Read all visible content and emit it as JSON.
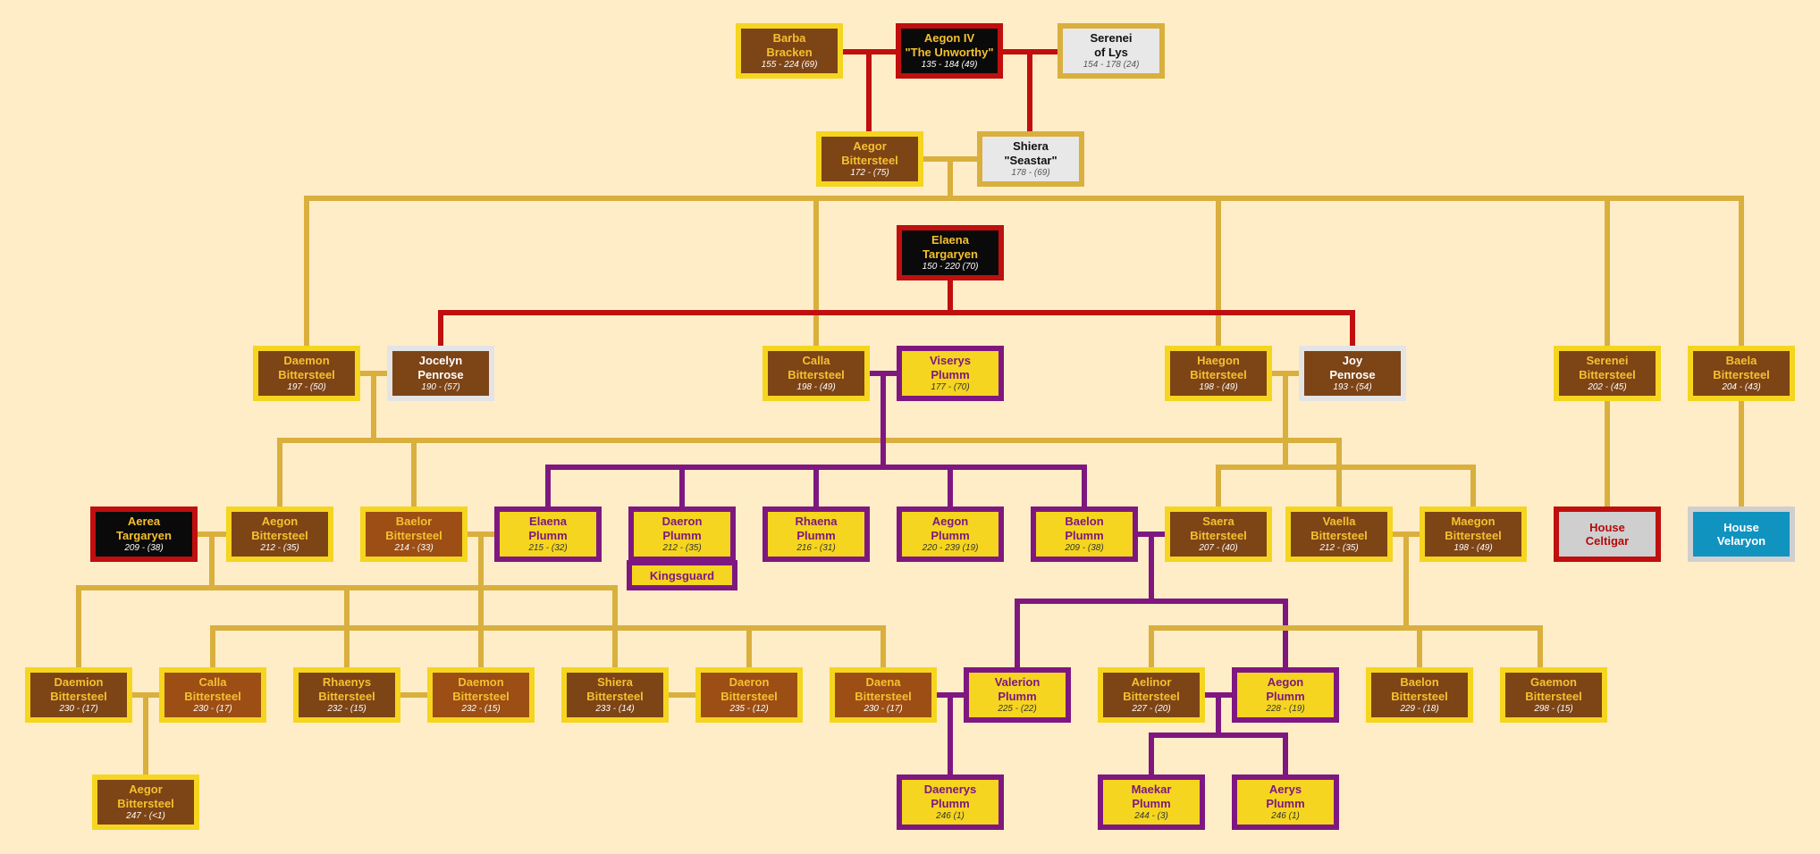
{
  "colors": {
    "background": "#FFEDC8",
    "line_gold": "#D9AF3D",
    "line_red": "#C00F0F",
    "line_purple": "#7E1880"
  },
  "people": {
    "barba_bracken": {
      "lines": [
        "Barba",
        "Bracken"
      ],
      "dates": "155 - 224 (69)"
    },
    "aegon_iv": {
      "lines": [
        "Aegon IV",
        "\"The Unworthy\""
      ],
      "dates": "135 - 184 (49)"
    },
    "serenei_lys": {
      "lines": [
        "Serenei",
        "of Lys"
      ],
      "dates": "154 - 178 (24)"
    },
    "aegor": {
      "lines": [
        "Aegor",
        "Bittersteel"
      ],
      "dates": "172 - (75)"
    },
    "shiera_seastar": {
      "lines": [
        "Shiera",
        "\"Seastar\""
      ],
      "dates": "178 - (69)"
    },
    "elaena_targaryen": {
      "lines": [
        "Elaena",
        "Targaryen"
      ],
      "dates": "150 - 220 (70)"
    },
    "daemon_g3": {
      "lines": [
        "Daemon",
        "Bittersteel"
      ],
      "dates": "197 - (50)"
    },
    "jocelyn_penrose": {
      "lines": [
        "Jocelyn",
        "Penrose"
      ],
      "dates": "190 - (57)"
    },
    "calla_g3": {
      "lines": [
        "Calla",
        "Bittersteel"
      ],
      "dates": "198 - (49)"
    },
    "viserys_plumm": {
      "lines": [
        "Viserys",
        "Plumm"
      ],
      "dates": "177 - (70)"
    },
    "haegon": {
      "lines": [
        "Haegon",
        "Bittersteel"
      ],
      "dates": "198 - (49)"
    },
    "joy_penrose": {
      "lines": [
        "Joy",
        "Penrose"
      ],
      "dates": "193 - (54)"
    },
    "serenei_g3": {
      "lines": [
        "Serenei",
        "Bittersteel"
      ],
      "dates": "202 - (45)"
    },
    "baela_g3": {
      "lines": [
        "Baela",
        "Bittersteel"
      ],
      "dates": "204 - (43)"
    },
    "aerea_targaryen": {
      "lines": [
        "Aerea",
        "Targaryen"
      ],
      "dates": "209 - (38)"
    },
    "aegon_g4": {
      "lines": [
        "Aegon",
        "Bittersteel"
      ],
      "dates": "212 - (35)"
    },
    "baelor_g4": {
      "lines": [
        "Baelor",
        "Bittersteel"
      ],
      "dates": "214 - (33)"
    },
    "elaena_plumm": {
      "lines": [
        "Elaena",
        "Plumm"
      ],
      "dates": "215 - (32)"
    },
    "daeron_plumm": {
      "lines": [
        "Daeron",
        "Plumm"
      ],
      "dates": "212 - (35)"
    },
    "rhaena_plumm": {
      "lines": [
        "Rhaena",
        "Plumm"
      ],
      "dates": "216 - (31)"
    },
    "aegon_plumm": {
      "lines": [
        "Aegon",
        "Plumm"
      ],
      "dates": "220 - 239 (19)"
    },
    "baelon_plumm": {
      "lines": [
        "Baelon",
        "Plumm"
      ],
      "dates": "209 - (38)"
    },
    "saera_g4": {
      "lines": [
        "Saera",
        "Bittersteel"
      ],
      "dates": "207 - (40)"
    },
    "vaella_g4": {
      "lines": [
        "Vaella",
        "Bittersteel"
      ],
      "dates": "212 - (35)"
    },
    "maegon_g4": {
      "lines": [
        "Maegon",
        "Bittersteel"
      ],
      "dates": "198 - (49)"
    },
    "daemion_g5": {
      "lines": [
        "Daemion",
        "Bittersteel"
      ],
      "dates": "230 - (17)"
    },
    "calla_g5": {
      "lines": [
        "Calla",
        "Bittersteel"
      ],
      "dates": "230 - (17)"
    },
    "rhaenys_g5": {
      "lines": [
        "Rhaenys",
        "Bittersteel"
      ],
      "dates": "232 - (15)"
    },
    "daemon_g5": {
      "lines": [
        "Daemon",
        "Bittersteel"
      ],
      "dates": "232 - (15)"
    },
    "shiera_g5": {
      "lines": [
        "Shiera",
        "Bittersteel"
      ],
      "dates": "233 - (14)"
    },
    "daeron_g5": {
      "lines": [
        "Daeron",
        "Bittersteel"
      ],
      "dates": "235 - (12)"
    },
    "daena_g5": {
      "lines": [
        "Daena",
        "Bittersteel"
      ],
      "dates": "230 - (17)"
    },
    "valerion_plumm": {
      "lines": [
        "Valerion",
        "Plumm"
      ],
      "dates": "225 - (22)"
    },
    "aelinor_g5": {
      "lines": [
        "Aelinor",
        "Bittersteel"
      ],
      "dates": "227 - (20)"
    },
    "aegon_plumm_g5": {
      "lines": [
        "Aegon",
        "Plumm"
      ],
      "dates": "228 - (19)"
    },
    "baelon_g5": {
      "lines": [
        "Baelon",
        "Bittersteel"
      ],
      "dates": "229 - (18)"
    },
    "gaemon_g5": {
      "lines": [
        "Gaemon",
        "Bittersteel"
      ],
      "dates": "298 - (15)"
    },
    "aegor_g6": {
      "lines": [
        "Aegor",
        "Bittersteel"
      ],
      "dates": "247 - (<1)"
    },
    "daenerys_plumm": {
      "lines": [
        "Daenerys",
        "Plumm"
      ],
      "dates": "246 (1)"
    },
    "maekar_plumm": {
      "lines": [
        "Maekar",
        "Plumm"
      ],
      "dates": "244 - (3)"
    },
    "aerys_plumm": {
      "lines": [
        "Aerys",
        "Plumm"
      ],
      "dates": "246 (1)"
    },
    "house_celtigar": {
      "lines": [
        "House",
        "Celtigar"
      ]
    },
    "house_velaryon": {
      "lines": [
        "House",
        "Velaryon"
      ]
    }
  },
  "tags": {
    "kingsguard": "Kingsguard"
  }
}
